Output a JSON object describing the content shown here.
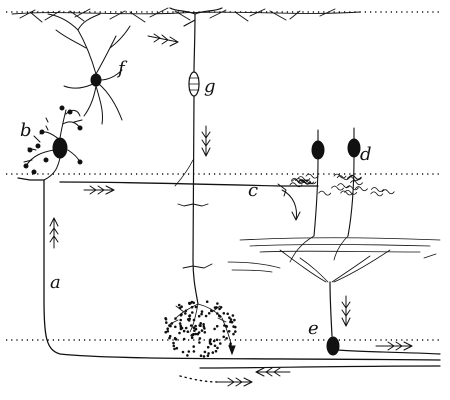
{
  "diagram": {
    "labels": {
      "a": "a",
      "b": "b",
      "c": "c",
      "d": "d",
      "e": "e",
      "f": "f",
      "g": "g"
    }
  },
  "colors": {
    "ink": "#111111",
    "background": "#ffffff"
  }
}
